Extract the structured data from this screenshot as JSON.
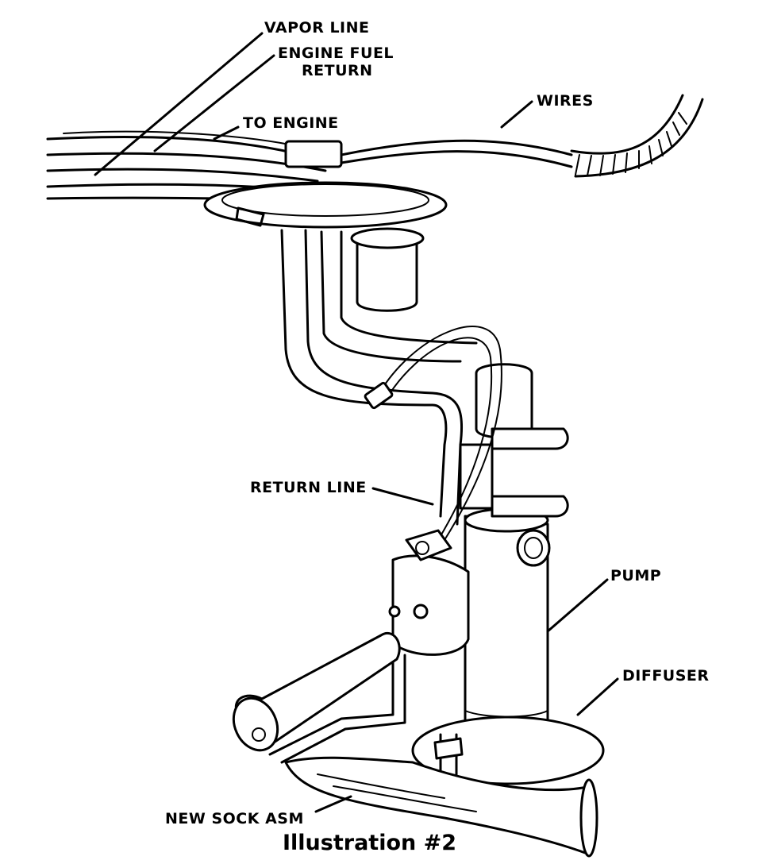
{
  "labels": {
    "vapor_line": "VAPOR LINE",
    "engine_fuel_return_1": "ENGINE FUEL",
    "engine_fuel_return_2": "RETURN",
    "to_engine": "TO ENGINE",
    "wires": "WIRES",
    "return_line": "RETURN LINE",
    "pump": "PUMP",
    "diffuser": "DIFFUSER",
    "new_sock_asm": "NEW SOCK ASM"
  },
  "caption": "Illustration #2"
}
